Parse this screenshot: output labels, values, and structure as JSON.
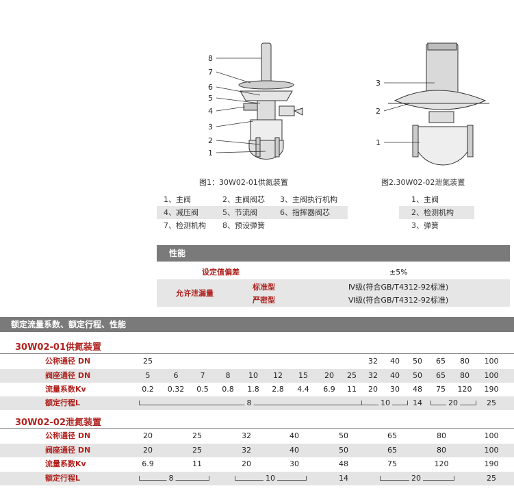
{
  "figures": {
    "fig1": {
      "caption": "图1：30W02-01供氮装置",
      "callouts": [
        "8",
        "7",
        "6",
        "5",
        "4",
        "3",
        "2",
        "1"
      ]
    },
    "fig2": {
      "caption": "图2.30W02-02泄氮装置",
      "callouts": [
        "3",
        "2",
        "1"
      ]
    }
  },
  "parts_fig1": [
    [
      "1、主阀",
      "2、主阀阀芯",
      "3、主阀执行机构"
    ],
    [
      "4、减压阀",
      "5、节流阀",
      "6、指挥器阀芯"
    ],
    [
      "7、检测机构",
      "8、预设弹簧"
    ]
  ],
  "parts_fig2": [
    "1、主阀",
    "2、检测机构",
    "3、弹簧"
  ],
  "performance": {
    "title": "性能",
    "setting_deviation_label": "设定值偏差",
    "setting_deviation_value": "±5%",
    "leakage_label": "允许泄漏量",
    "standard_label": "标准型",
    "standard_value": "Ⅳ级(符合GB/T4312-92标准)",
    "tight_label": "严密型",
    "tight_value": "Ⅵ级(符合GB/T4312-92标准)"
  },
  "section_title": "额定流量系数、额定行程、性能",
  "table1": {
    "title": "30W02-01供氮装置",
    "rows": [
      {
        "label": "公称通径 DN",
        "values": [
          "25",
          "",
          "",
          "",
          "",
          "",
          "",
          "",
          "",
          "32",
          "40",
          "50",
          "65",
          "80",
          "100"
        ]
      },
      {
        "label": "阀座通径 DN",
        "values": [
          "5",
          "6",
          "7",
          "8",
          "10",
          "12",
          "15",
          "20",
          "25",
          "32",
          "40",
          "50",
          "65",
          "80",
          "100"
        ]
      },
      {
        "label": "流量系数Kv",
        "values": [
          "0.2",
          "0.32",
          "0.5",
          "0.8",
          "1.8",
          "2.8",
          "4.4",
          "6.9",
          "11",
          "20",
          "30",
          "48",
          "75",
          "120",
          "190"
        ]
      },
      {
        "label": "额定行程L",
        "values": [
          "8",
          "10",
          "14",
          "20",
          "25"
        ]
      }
    ]
  },
  "table2": {
    "title": "30W02-02泄氮装置",
    "rows": [
      {
        "label": "公称通径 DN",
        "values": [
          "20",
          "25",
          "32",
          "40",
          "50",
          "65",
          "80",
          "100"
        ]
      },
      {
        "label": "阀座通径 DN",
        "values": [
          "20",
          "25",
          "32",
          "40",
          "50",
          "65",
          "80",
          "100"
        ]
      },
      {
        "label": "流量系数Kv",
        "values": [
          "6.9",
          "11",
          "20",
          "30",
          "48",
          "75",
          "120",
          "190"
        ]
      },
      {
        "label": "额定行程L",
        "values": [
          "8",
          "10",
          "14",
          "20",
          "25"
        ]
      }
    ]
  }
}
